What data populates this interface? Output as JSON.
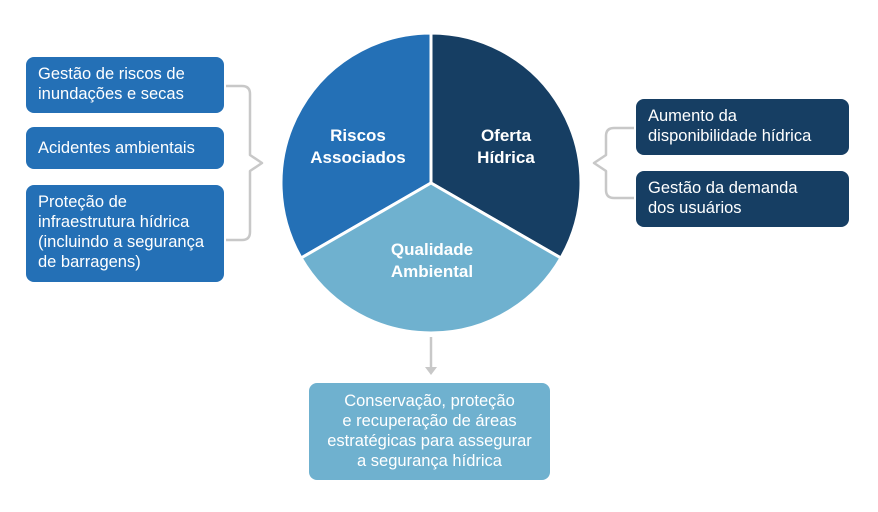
{
  "diagram": {
    "segments": {
      "risks": {
        "line1": "Riscos",
        "line2": "Associados",
        "color": "#2470b6"
      },
      "supply": {
        "line1": "Oferta",
        "line2": "Hídrica",
        "color": "#163e63"
      },
      "quality": {
        "line1": "Qualidade",
        "line2": "Ambiental",
        "color": "#6fb1cf"
      }
    },
    "left_boxes": [
      {
        "lines": [
          "Gestão de riscos de",
          "inundações e secas"
        ]
      },
      {
        "lines": [
          "Acidentes ambientais"
        ]
      },
      {
        "lines": [
          "Proteção de",
          "infraestrutura hídrica",
          "(incluindo a segurança",
          "de barragens)"
        ]
      }
    ],
    "right_boxes": [
      {
        "lines": [
          "Aumento da",
          "disponibilidade hídrica"
        ]
      },
      {
        "lines": [
          "Gestão da demanda",
          "dos usuários"
        ]
      }
    ],
    "bottom_box": {
      "lines": [
        "Conservação, proteção",
        "e recuperação de áreas",
        "estratégicas para assegurar",
        "a segurança hídrica"
      ]
    },
    "connector_color": "#c8c8c8"
  }
}
